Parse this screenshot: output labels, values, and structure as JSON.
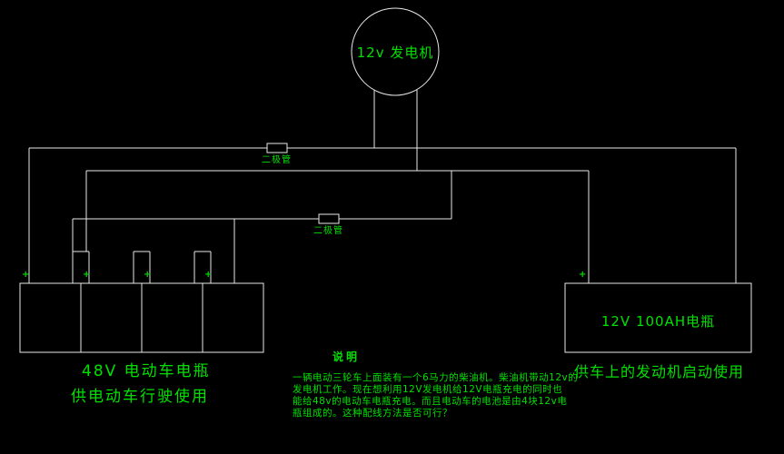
{
  "colors": {
    "background": "#000000",
    "line": "#e8e8e8",
    "text": "#00e000"
  },
  "generator": {
    "label": "12v 发电机"
  },
  "diodes": [
    {
      "label": "二极管"
    },
    {
      "label": "二极管"
    }
  ],
  "battery_pack": {
    "cells": 4,
    "caption_line1": "48V 电动车电瓶",
    "caption_line2": "供电动车行驶使用",
    "terminal_marks": [
      "+",
      "+",
      "+",
      "+"
    ]
  },
  "battery_12v": {
    "label": "12V 100AH电瓶",
    "caption": "供车上的发动机启动使用",
    "terminal_mark": "+"
  },
  "notes": {
    "title": "说明",
    "lines": [
      "一辆电动三轮车上面装有一个6马力的柴油机。柴油机带动12v的",
      "发电机工作。现在想利用12V发电机给12V电瓶充电的同时也",
      "能给48v的电动车电瓶充电。而且电动车的电池是由4块12v电",
      "瓶组成的。这种配线方法是否可行？"
    ]
  }
}
